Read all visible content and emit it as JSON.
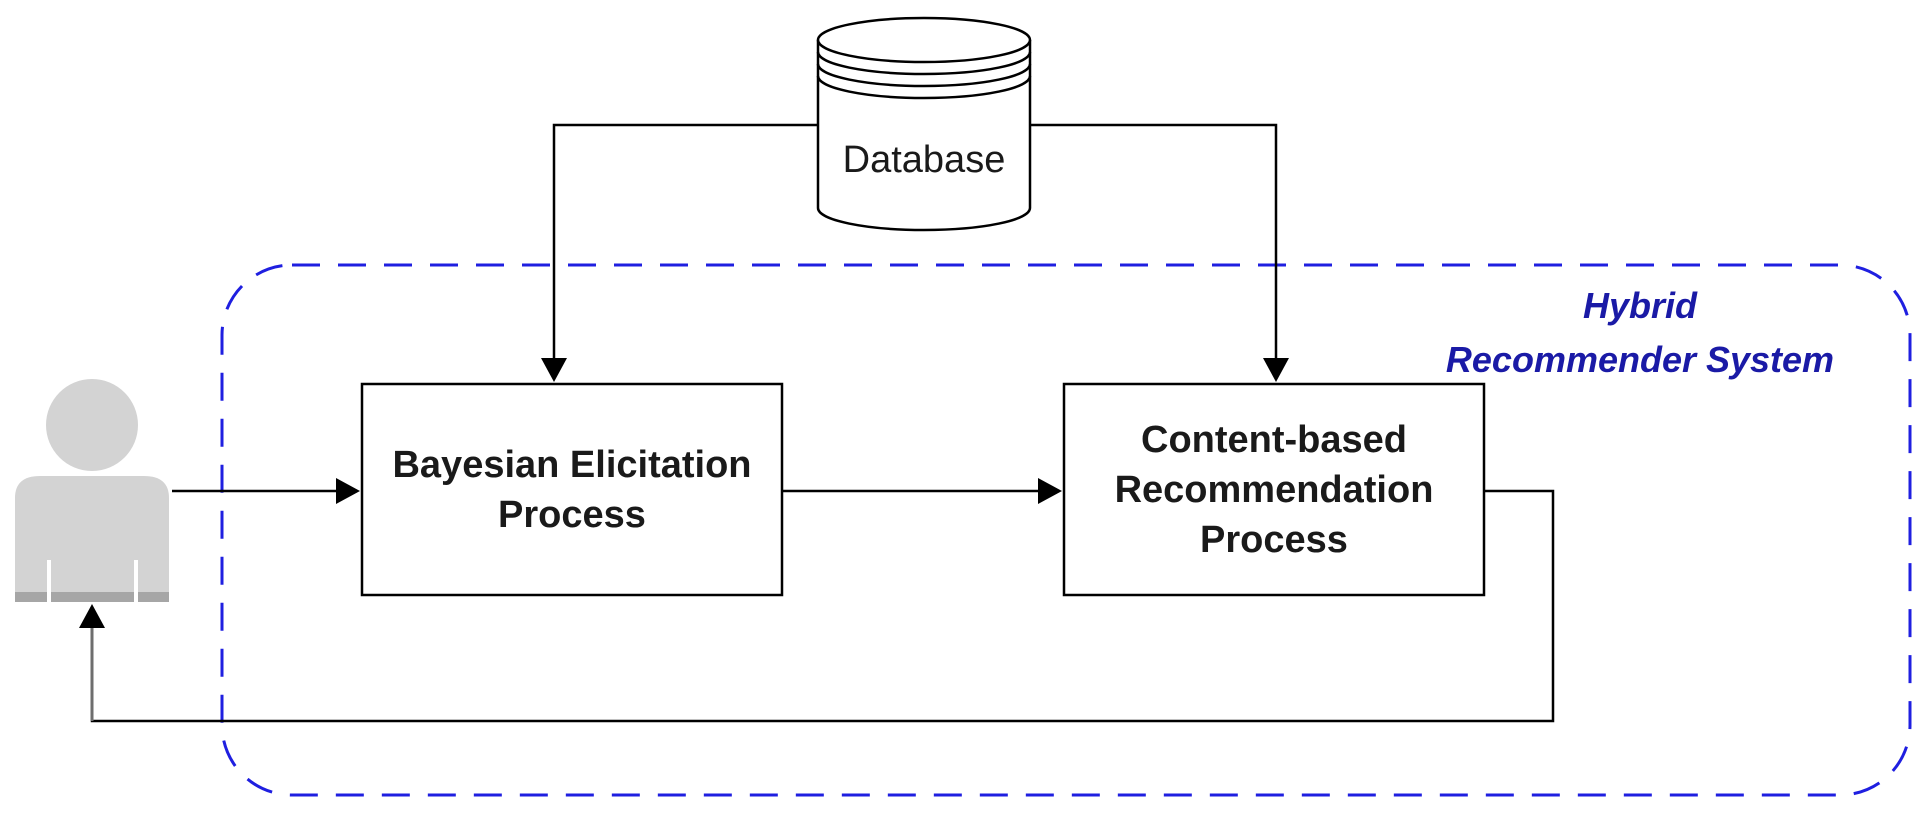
{
  "diagram": {
    "database": {
      "label": "Database"
    },
    "group": {
      "label_line1": "Hybrid",
      "label_line2": "Recommender System"
    },
    "nodes": {
      "bayesian": {
        "line1": "Bayesian Elicitation",
        "line2": "Process"
      },
      "content": {
        "line1": "Content-based",
        "line2": "Recommendation",
        "line3": "Process"
      }
    },
    "user": {
      "icon": "user-icon"
    }
  },
  "colors": {
    "group_border": "#1f1fe0",
    "group_label": "#1a1aa6",
    "line": "#000000",
    "user_icon": "#d3d3d3",
    "user_icon_base": "#a6a6a6",
    "feedback_line": "#6e6e6e"
  }
}
